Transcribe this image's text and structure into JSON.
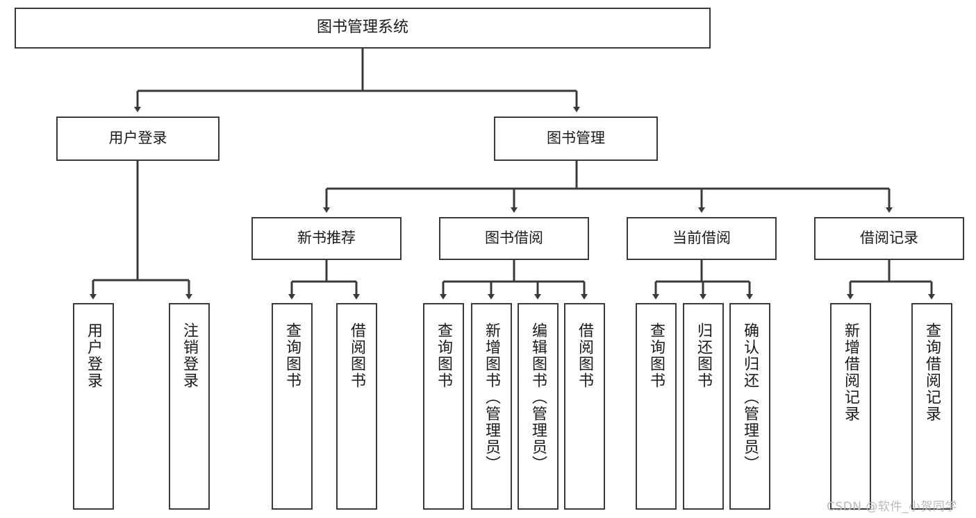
{
  "diagram": {
    "title": "图书管理系统",
    "type": "tree-hierarchy",
    "watermark": "CSDN @软件_小贺同学",
    "colors": {
      "node_border": "#3a3a3a",
      "node_fill": "#ffffff",
      "edge": "#3a3a3a",
      "text": "#1a1a1a",
      "watermark": "#b9b9b9",
      "background": "#ffffff"
    },
    "nodes": {
      "root": {
        "label": "图书管理系统"
      },
      "level2": [
        {
          "id": "user-login",
          "label": "用户登录"
        },
        {
          "id": "book-manage",
          "label": "图书管理"
        }
      ],
      "level3": [
        {
          "id": "new-book-recommend",
          "label": "新书推荐"
        },
        {
          "id": "book-borrow",
          "label": "图书借阅"
        },
        {
          "id": "current-borrow",
          "label": "当前借阅"
        },
        {
          "id": "borrow-record",
          "label": "借阅记录"
        }
      ],
      "leaves": [
        {
          "id": "leaf-user-login",
          "parent": "user-login",
          "label": "用户登录"
        },
        {
          "id": "leaf-logout",
          "parent": "user-login",
          "label": "注销登录"
        },
        {
          "id": "leaf-query-book-1",
          "parent": "new-book-recommend",
          "label": "查询图书"
        },
        {
          "id": "leaf-borrow-book-1",
          "parent": "new-book-recommend",
          "label": "借阅图书"
        },
        {
          "id": "leaf-query-book-2",
          "parent": "book-borrow",
          "label": "查询图书"
        },
        {
          "id": "leaf-add-book",
          "parent": "book-borrow",
          "label": "新增图书（管理员）"
        },
        {
          "id": "leaf-edit-book",
          "parent": "book-borrow",
          "label": "编辑图书（管理员）"
        },
        {
          "id": "leaf-borrow-book-2",
          "parent": "book-borrow",
          "label": "借阅图书"
        },
        {
          "id": "leaf-query-book-3",
          "parent": "current-borrow",
          "label": "查询图书"
        },
        {
          "id": "leaf-return-book",
          "parent": "current-borrow",
          "label": "归还图书"
        },
        {
          "id": "leaf-confirm-return",
          "parent": "current-borrow",
          "label": "确认归还（管理员）"
        },
        {
          "id": "leaf-add-record",
          "parent": "borrow-record",
          "label": "新增借阅记录"
        },
        {
          "id": "leaf-query-record",
          "parent": "borrow-record",
          "label": "查询借阅记录"
        }
      ]
    }
  }
}
